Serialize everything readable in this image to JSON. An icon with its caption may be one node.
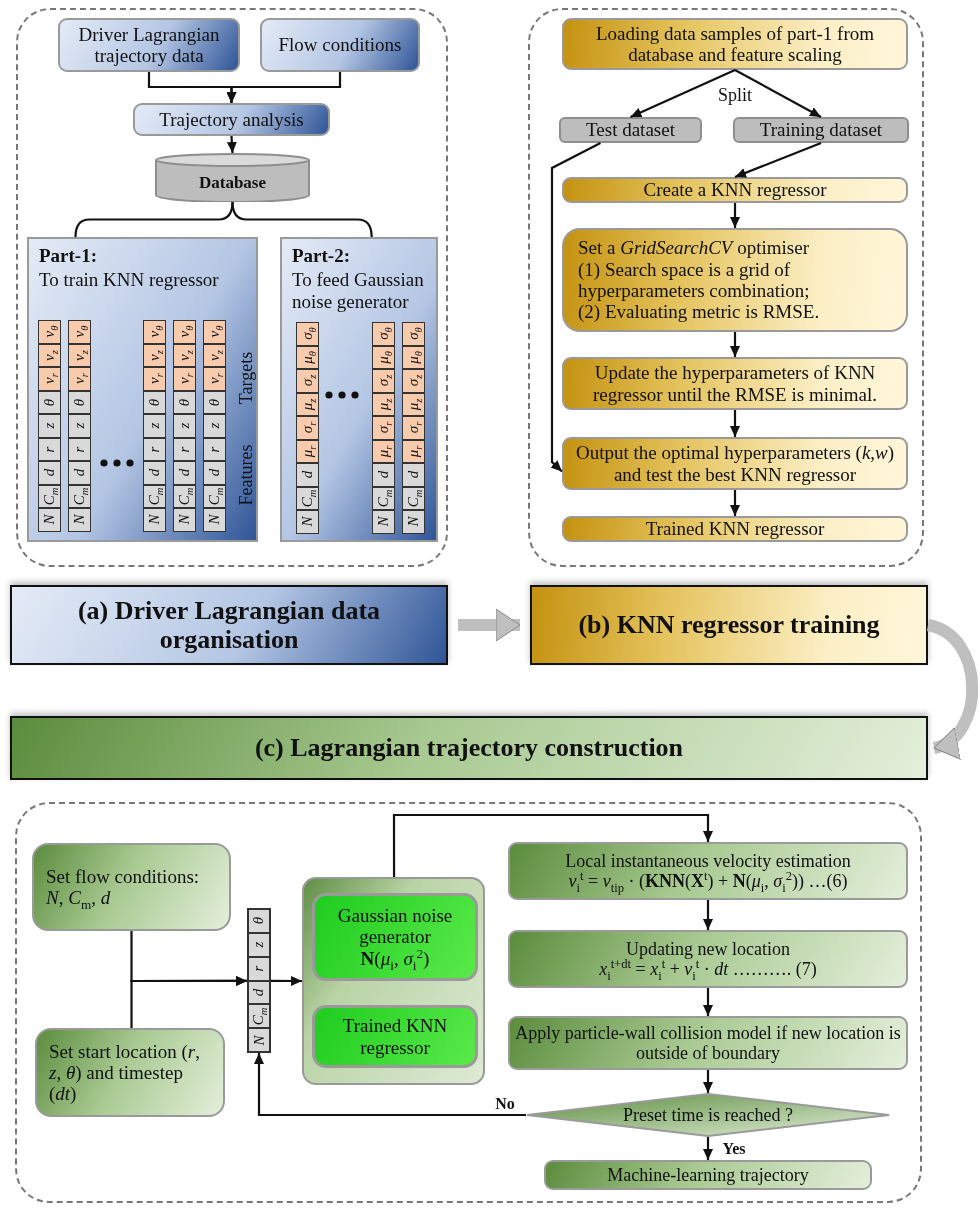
{
  "diagram": {
    "nodes": [
      {
        "text": [],
        "shape": "box"
      },
      {
        "text": [
          "Driver Lagrangian trajectory data"
        ],
        "in": 0
      },
      {
        "text": [
          "Flow conditions"
        ],
        "in": 0
      },
      {
        "text": [
          "Trajectory analysis"
        ],
        "in": 0
      },
      {
        "text": [
          "Database"
        ],
        "in": 0
      },
      {
        "text": [
          "Part-1:",
          "To train KNN regressor"
        ],
        "in": 0
      },
      {
        "text": [
          "Part-2:",
          "To feed Gaussian noise generator"
        ],
        "in": 0
      },
      {
        "text": [],
        "shape": "box"
      },
      {
        "text": [
          "Loading data samples of part-1 from database and feature scaling"
        ],
        "in": 7
      },
      {
        "text": [
          "Test dataset"
        ],
        "in": 7
      },
      {
        "text": [
          "Training dataset"
        ],
        "in": 7
      },
      {
        "text": [
          "Create a KNN regressor"
        ],
        "in": 7
      },
      {
        "text": [
          "Set a *GridSearchCV* optimiser",
          "(1) Search space is a grid of hyperparameters combination;",
          "(2) Evaluating metric is RMSE."
        ],
        "in": 7
      },
      {
        "text": [
          "Update the hyperparameters of KNN regressor until the RMSE is minimal."
        ],
        "in": 7
      },
      {
        "text": [
          "Output the optimal hyperparameters (*k*,*w*) and test the best KNN regressor"
        ],
        "in": 7
      },
      {
        "text": [
          "Trained KNN regressor"
        ],
        "in": 7
      },
      {
        "text": [
          "(a) Driver Lagrangian data organisation"
        ]
      },
      {
        "text": [
          "(b) KNN regressor training"
        ]
      },
      {
        "text": [
          "(c) Lagrangian trajectory construction"
        ]
      },
      {
        "text": [],
        "shape": "box"
      },
      {
        "text": [
          "Set flow conditions:",
          "*N*, *C*$_{m}$, *d*"
        ],
        "in": 19
      },
      {
        "text": [
          "Set start location (*r*, *z*, *θ*) and timestep (*dt*)"
        ],
        "in": 19
      },
      {
        "text": [
          "N",
          "C$_{m}$",
          "d",
          "r",
          "z",
          "θ"
        ],
        "in": 19
      },
      {
        "text": [],
        "shape": "box",
        "in": 19
      },
      {
        "text": [
          "Gaussian noise generator",
          "**N**(*μ*$_{i}$, *σ*$_{i}$$^{2}$)"
        ],
        "in": 23
      },
      {
        "text": [
          "Trained KNN regressor"
        ],
        "in": 23
      },
      {
        "text": [
          "Local instantaneous velocity estimation",
          "*v*$_{i}$$^{t}$ = *v*$_{tip}$ · (**KNN**(**X**$^{t}$) + **N**(*μ*$_{i}$, *σ*$_{i}$$^{2}$)) …(6)"
        ],
        "in": 19
      },
      {
        "text": [
          "Updating new location",
          "*x*$_{i}$$^{t+dt}$ = *x*$_{i}$$^{t}$ + *v*$_{i}$$^{t}$ · *dt* ………. (7)"
        ],
        "in": 19
      },
      {
        "text": [
          "Apply particle-wall collision model if new location is outside of boundary"
        ],
        "in": 19
      },
      {
        "text": [
          "Preset time is reached ?"
        ],
        "in": 19
      },
      {
        "text": [
          "Machine-learning trajectory"
        ],
        "in": 19
      }
    ],
    "edges": [
      {
        "from": 1,
        "to": 3,
        "arrow": "to"
      },
      {
        "from": 2,
        "to": 3,
        "arrow": "to"
      },
      {
        "from": 3,
        "to": 4,
        "arrow": "to"
      },
      {
        "from": 4,
        "to": 5,
        "arrow": "none"
      },
      {
        "from": 4,
        "to": 6,
        "arrow": "none"
      },
      {
        "from": 8,
        "to": 9,
        "arrow": "to"
      },
      {
        "from": 8,
        "to": 10,
        "arrow": "to"
      },
      {
        "from": 10,
        "to": 11,
        "arrow": "to"
      },
      {
        "from": 9,
        "to": 14,
        "arrow": "to"
      },
      {
        "from": 11,
        "to": 12,
        "arrow": "to"
      },
      {
        "from": 12,
        "to": 13,
        "arrow": "to"
      },
      {
        "from": 13,
        "to": 14,
        "arrow": "to"
      },
      {
        "from": 14,
        "to": 15,
        "arrow": "to"
      },
      {
        "from": 16,
        "to": 17,
        "arrow": "to",
        "style": "thick",
        "color": "#bfbfbf"
      },
      {
        "from": 17,
        "to": 18,
        "arrow": "to",
        "style": "thick",
        "color": "#bfbfbf"
      },
      {
        "from": 20,
        "to": 22,
        "arrow": "to"
      },
      {
        "from": 21,
        "to": 22,
        "arrow": "to"
      },
      {
        "from": 22,
        "to": 23,
        "arrow": "to"
      },
      {
        "from": 23,
        "to": 26,
        "arrow": "to"
      },
      {
        "from": 26,
        "to": 27,
        "arrow": "to"
      },
      {
        "from": 27,
        "to": 28,
        "arrow": "to"
      },
      {
        "from": 28,
        "to": 29,
        "arrow": "to"
      },
      {
        "from": 29,
        "to": 30,
        "arrow": "to",
        "label": "Yes"
      },
      {
        "from": 29,
        "to": 22,
        "arrow": "to",
        "label": "No"
      }
    ],
    "labels": [
      "N",
      "C$_{m}$",
      "d",
      "r",
      "z",
      "θ",
      "v$_{r}$",
      "v$_{z}$",
      "v$_{θ}$",
      "N",
      "C$_{m}$",
      "d",
      "r",
      "z",
      "θ",
      "v$_{r}$",
      "v$_{z}$",
      "v$_{θ}$",
      "N",
      "C$_{m}$",
      "d",
      "r",
      "z",
      "θ",
      "v$_{r}$",
      "v$_{z}$",
      "v$_{θ}$",
      "N",
      "C$_{m}$",
      "d",
      "r",
      "z",
      "θ",
      "v$_{r}$",
      "v$_{z}$",
      "v$_{θ}$",
      "N",
      "C$_{m}$",
      "d",
      "r",
      "z",
      "θ",
      "v$_{r}$",
      "v$_{z}$",
      "v$_{θ}$",
      "Targets",
      "Features",
      "N",
      "C$_{m}$",
      "d",
      "μ$_{r}$",
      "σ$_{r}$",
      "μ$_{z}$",
      "σ$_{z}$",
      "μ$_{θ}$",
      "σ$_{θ}$",
      "N",
      "C$_{m}$",
      "d",
      "μ$_{r}$",
      "σ$_{r}$",
      "μ$_{z}$",
      "σ$_{z}$",
      "μ$_{θ}$",
      "σ$_{θ}$",
      "N",
      "C$_{m}$",
      "d",
      "μ$_{r}$",
      "σ$_{r}$",
      "μ$_{z}$",
      "σ$_{z}$",
      "μ$_{θ}$",
      "σ$_{θ}$",
      "Split"
    ]
  }
}
